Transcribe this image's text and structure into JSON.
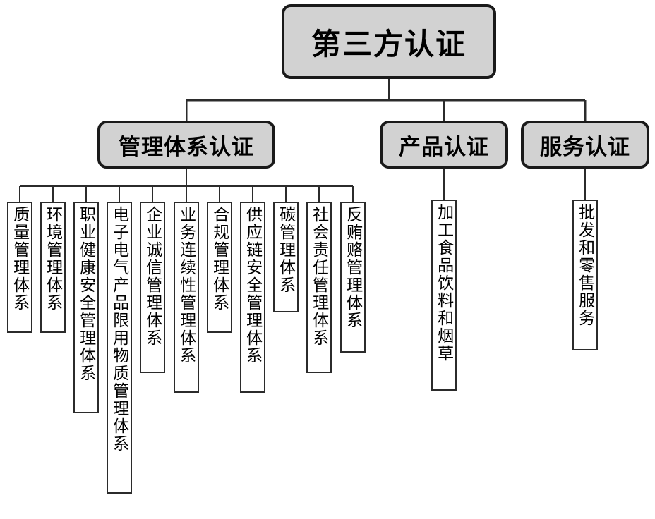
{
  "diagram": {
    "type": "organization-tree",
    "title": "第三方认证",
    "orientation": "top-down",
    "colors": {
      "node_fill": "#d2d2d2",
      "node_border": "#1a1a1a",
      "leaf_fill": "#ffffff",
      "leaf_border": "#2b2b2b",
      "line": "#2b2b2b",
      "background": "#ffffff",
      "text": "#000000"
    }
  },
  "root": {
    "label": "第三方认证"
  },
  "branches": [
    {
      "id": "management-system-certification",
      "label": "管理体系认证",
      "leaves": [
        {
          "id": "leaf-1",
          "label": "质量管理体系"
        },
        {
          "id": "leaf-2",
          "label": "环境管理体系"
        },
        {
          "id": "leaf-3",
          "label": "职业健康安全管理体系"
        },
        {
          "id": "leaf-4",
          "label": "电子电气产品限用物质管理体系"
        },
        {
          "id": "leaf-5",
          "label": "企业诚信管理体系"
        },
        {
          "id": "leaf-6",
          "label": "业务连续性管理体系"
        },
        {
          "id": "leaf-7",
          "label": "合规管理体系"
        },
        {
          "id": "leaf-8",
          "label": "供应链安全管理体系"
        },
        {
          "id": "leaf-9",
          "label": "碳管理体系"
        },
        {
          "id": "leaf-10",
          "label": "社会责任管理体系"
        },
        {
          "id": "leaf-11",
          "label": "反贿赂管理体系"
        }
      ]
    },
    {
      "id": "product-certification",
      "label": "产品认证",
      "leaves": [
        {
          "id": "leaf-12",
          "label": "加工食品饮料和烟草"
        }
      ]
    },
    {
      "id": "service-certification",
      "label": "服务认证",
      "leaves": [
        {
          "id": "leaf-13",
          "label": "批发和零售服务"
        }
      ]
    }
  ]
}
